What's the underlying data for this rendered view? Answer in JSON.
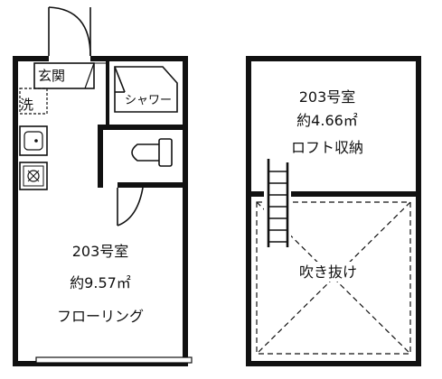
{
  "floor1": {
    "room_name": "203号室",
    "area": "約9.57㎡",
    "floor_type": "フローリング",
    "entrance": "玄関",
    "washer": "洗",
    "shower": "シャワー"
  },
  "loft": {
    "room_name": "203号室",
    "area": "約4.66㎡",
    "storage": "ロフト収納",
    "void": "吹き抜け"
  }
}
